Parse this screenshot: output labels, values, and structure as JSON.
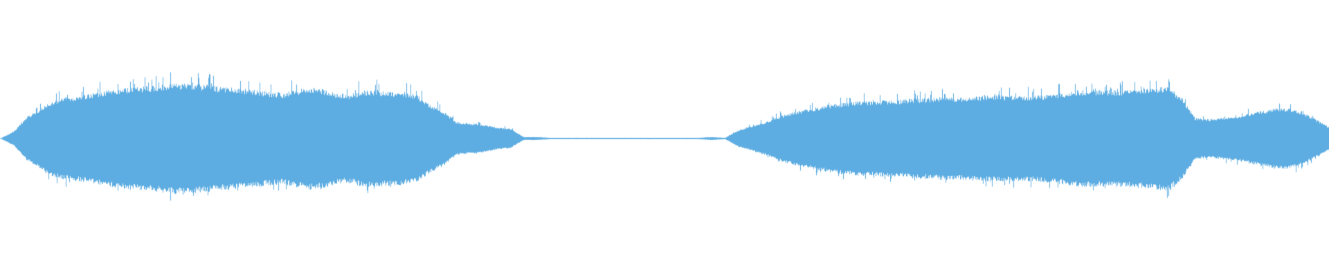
{
  "waveform": {
    "color": "#5DADE2",
    "background": "#FFFFFF",
    "envelope": [
      0.0,
      0.05,
      0.16,
      0.22,
      0.28,
      0.3,
      0.31,
      0.33,
      0.35,
      0.36,
      0.37,
      0.38,
      0.39,
      0.4,
      0.4,
      0.39,
      0.38,
      0.37,
      0.36,
      0.35,
      0.34,
      0.33,
      0.35,
      0.37,
      0.36,
      0.33,
      0.32,
      0.35,
      0.35,
      0.34,
      0.34,
      0.32,
      0.25,
      0.2,
      0.12,
      0.11,
      0.1,
      0.08,
      0.07,
      0.01,
      0.01,
      0.005,
      0.005,
      0.005,
      0.005,
      0.005,
      0.005,
      0.005,
      0.005,
      0.005,
      0.005,
      0.005,
      0.005,
      0.01,
      0.005,
      0.06,
      0.09,
      0.12,
      0.16,
      0.19,
      0.21,
      0.23,
      0.25,
      0.26,
      0.27,
      0.27,
      0.28,
      0.28,
      0.29,
      0.29,
      0.3,
      0.3,
      0.3,
      0.31,
      0.31,
      0.31,
      0.31,
      0.31,
      0.32,
      0.33,
      0.35,
      0.35,
      0.35,
      0.35,
      0.35,
      0.36,
      0.37,
      0.38,
      0.3,
      0.15,
      0.14,
      0.15,
      0.16,
      0.18,
      0.2,
      0.22,
      0.22,
      0.19,
      0.14,
      0.08
    ]
  }
}
